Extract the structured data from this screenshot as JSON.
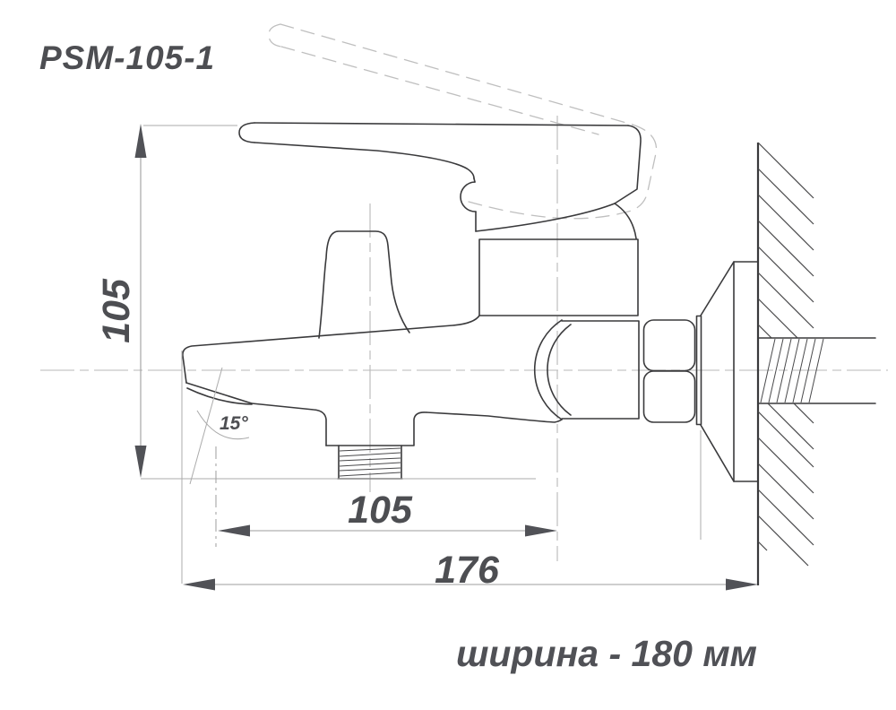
{
  "title": "PSM-105-1",
  "dimensions": {
    "height": "105",
    "spout_offset": "105",
    "overall_depth": "176",
    "spout_angle": "15°"
  },
  "width_note": "ширина - 180 мм",
  "colors": {
    "outline": "#3a3a3c",
    "dimension_text": "#4d4e52",
    "dimension_line": "#9e9e9e",
    "ghost_line": "#bfbfbf",
    "background": "#ffffff"
  }
}
